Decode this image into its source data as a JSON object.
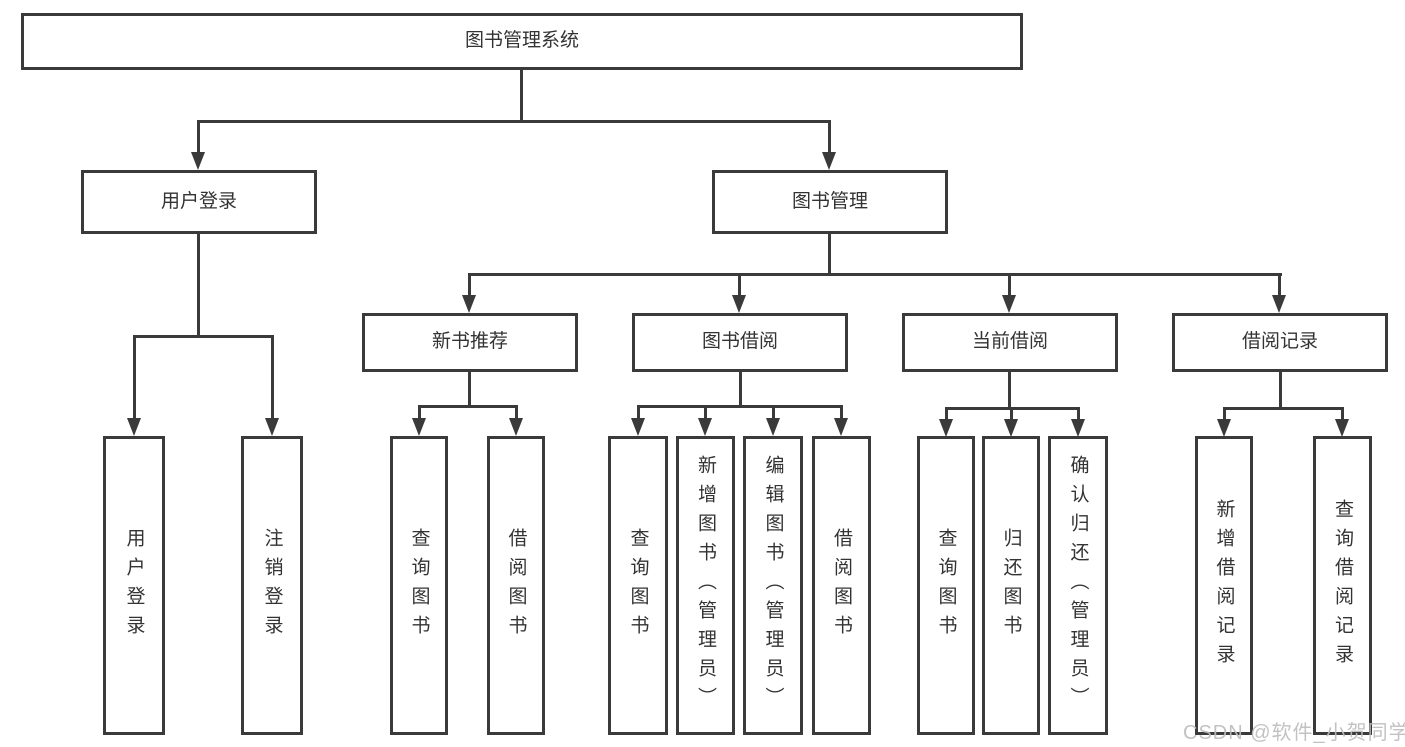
{
  "diagram": {
    "root": {
      "label": "图书管理系统",
      "children": [
        {
          "label": "用户登录",
          "children": [
            {
              "label": "用户登录"
            },
            {
              "label": "注销登录"
            }
          ]
        },
        {
          "label": "图书管理",
          "children": [
            {
              "label": "新书推荐",
              "children": [
                {
                  "label": "查询图书"
                },
                {
                  "label": "借阅图书"
                }
              ]
            },
            {
              "label": "图书借阅",
              "children": [
                {
                  "label": "查询图书"
                },
                {
                  "label": "新增图书（管理员）"
                },
                {
                  "label": "编辑图书（管理员）"
                },
                {
                  "label": "借阅图书"
                }
              ]
            },
            {
              "label": "当前借阅",
              "children": [
                {
                  "label": "查询图书"
                },
                {
                  "label": "归还图书"
                },
                {
                  "label": "确认归还（管理员）"
                }
              ]
            },
            {
              "label": "借阅记录",
              "children": [
                {
                  "label": "新增借阅记录"
                },
                {
                  "label": "查询借阅记录"
                }
              ]
            }
          ]
        }
      ]
    }
  },
  "watermark": {
    "text": "CSDN @软件_小贺同学"
  },
  "colors": {
    "line": "#3a3a3a",
    "text": "#333333",
    "background": "#ffffff",
    "watermark": "#bdbdbd"
  }
}
